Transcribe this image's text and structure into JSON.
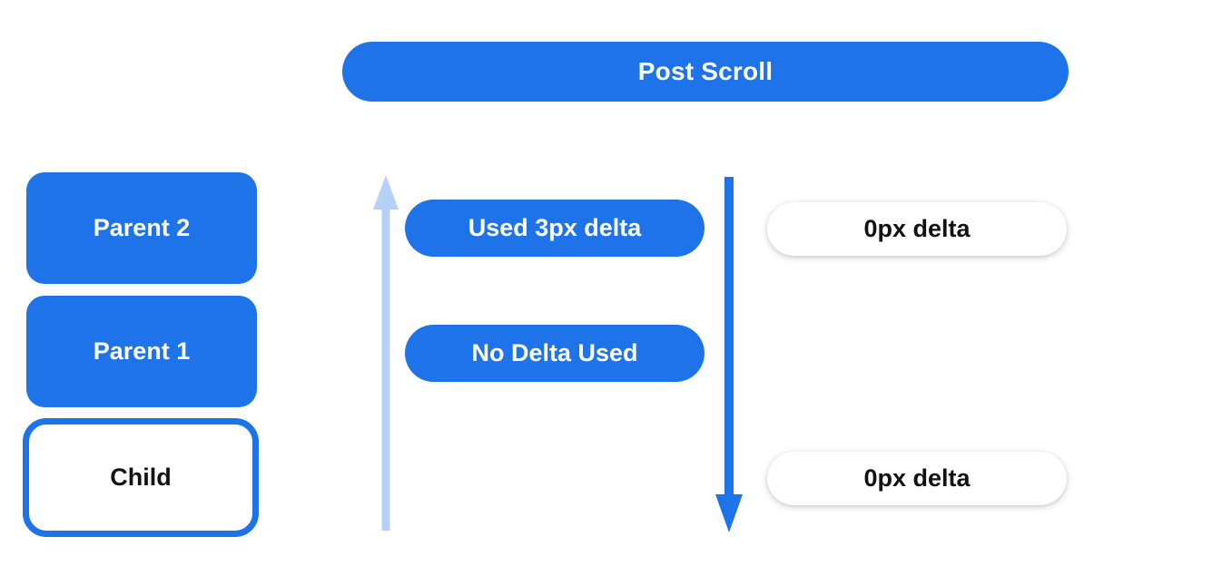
{
  "colors": {
    "blue": "#1e73e8",
    "light_blue": "#b6d0f8",
    "text_dark": "#121212",
    "background": "#ffffff"
  },
  "header": {
    "title": "Post Scroll"
  },
  "boxes": {
    "parent2": {
      "label": "Parent 2"
    },
    "parent1": {
      "label": "Parent 1"
    },
    "child": {
      "label": "Child"
    }
  },
  "delta_labels": {
    "parent2_used": "Used 3px delta",
    "parent1_used": "No Delta Used",
    "parent2_remaining": "0px delta",
    "child_remaining": "0px delta"
  },
  "icons": {
    "up_arrow": "scroll-propagation-up-arrow",
    "down_arrow": "scroll-propagation-down-arrow"
  }
}
